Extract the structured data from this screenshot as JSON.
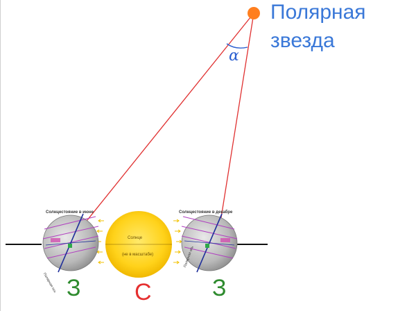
{
  "star": {
    "label_line1": "Полярная",
    "label_line2": "звезда",
    "color": "#ff7f1f",
    "label_color": "#3a78d8"
  },
  "angle": {
    "symbol": "α",
    "color": "#2a5fd0"
  },
  "earth_june": {
    "caption": "Солнцестояние в июне",
    "letter": "З",
    "letter_color": "#2e8b2e",
    "pole_label": "Полярная ось"
  },
  "earth_december": {
    "caption": "Солнцестояние в декабре",
    "letter": "З",
    "letter_color": "#2e8b2e",
    "pole_label": "Полярная ось"
  },
  "sun": {
    "name": "Солнце",
    "note": "(не в масштабе)",
    "letter": "С",
    "letter_color": "#e53030",
    "color": "#ffd21a"
  },
  "colors": {
    "sight_line": "#e03030",
    "orbit_line": "#111111",
    "ray_arrow": "#f2c200",
    "globe_grid": "#b040c0"
  }
}
